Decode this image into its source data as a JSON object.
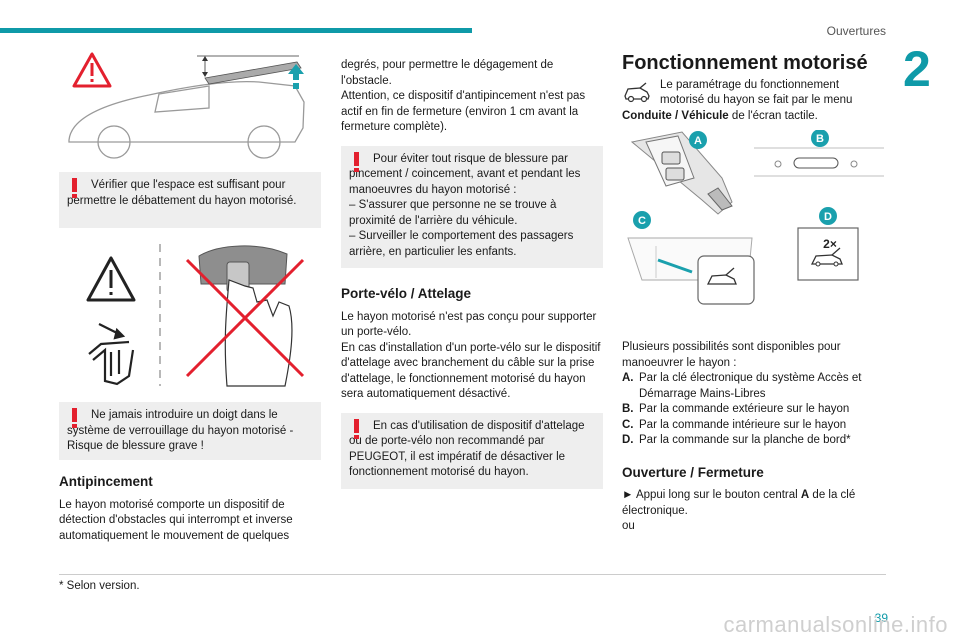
{
  "header": {
    "section": "Ouvertures",
    "chapter": "2"
  },
  "col1": {
    "warn1": "Vérifier que l'espace est suffisant pour permettre le débattement du hayon motorisé.",
    "warn2": "Ne jamais introduire un doigt dans le système de verrouillage du hayon motorisé - Risque de blessure grave !",
    "antipincement_title": "Antipincement",
    "antipincement_text": "Le hayon motorisé comporte un dispositif de détection d'obstacles qui interrompt et inverse automatiquement le mouvement de quelques"
  },
  "col2": {
    "cont_text": "degrés, pour permettre le dégagement de l'obstacle.",
    "attention_text": "Attention, ce dispositif d'antipincement n'est pas actif en fin de fermeture (environ 1 cm avant la fermeture complète).",
    "warn3_intro": "Pour éviter tout risque de blessure par pincement / coincement, avant et pendant les manoeuvres du hayon motorisé :",
    "warn3_item1": "– S'assurer que personne ne se trouve à proximité de l'arrière du véhicule.",
    "warn3_item2": "– Surveiller le comportement des passagers arrière, en particulier les enfants.",
    "porte_title": "Porte-vélo / Attelage",
    "porte_text1": "Le hayon motorisé n'est pas conçu pour supporter un porte-vélo.",
    "porte_text2": "En cas d'installation d'un porte-vélo sur le dispositif d'attelage avec branchement du câble sur la prise d'attelage, le fonctionnement motorisé du hayon sera automatiquement désactivé.",
    "warn4": "En cas d'utilisation de dispositif d'attelage ou de porte-vélo non recommandé par PEUGEOT, il est impératif de désactiver le fonctionnement motorisé du hayon."
  },
  "col3": {
    "title": "Fonctionnement motorisé",
    "intro_a": "Le paramétrage du fonctionnement motorisé du hayon se fait par le menu",
    "intro_bold": "Conduite / Véhicule",
    "intro_b": "de l'écran tactile.",
    "labels": {
      "a": "A",
      "b": "B",
      "c": "C",
      "d": "D",
      "x2": "2×"
    },
    "poss_intro": "Plusieurs possibilités sont disponibles pour manoeuvrer le hayon :",
    "options": [
      {
        "key": "A.",
        "text": "Par la clé électronique du système Accès et Démarrage Mains-Libres"
      },
      {
        "key": "B.",
        "text": "Par la commande extérieure sur le hayon"
      },
      {
        "key": "C.",
        "text": "Par la commande intérieure sur le hayon"
      },
      {
        "key": "D.",
        "text": "Par la commande sur la planche de bord*"
      }
    ],
    "open_title": "Ouverture / Fermeture",
    "open_text_a": "► Appui long sur le bouton central",
    "open_text_bold": "A",
    "open_text_b": "de la clé électronique.",
    "ou": "ou"
  },
  "footer": {
    "footnote": "* Selon version.",
    "page": "39",
    "watermark": "carmanualsonline.info"
  },
  "colors": {
    "accent": "#0f9aa8",
    "warning": "#e3202e",
    "box": "#eeeeee"
  }
}
